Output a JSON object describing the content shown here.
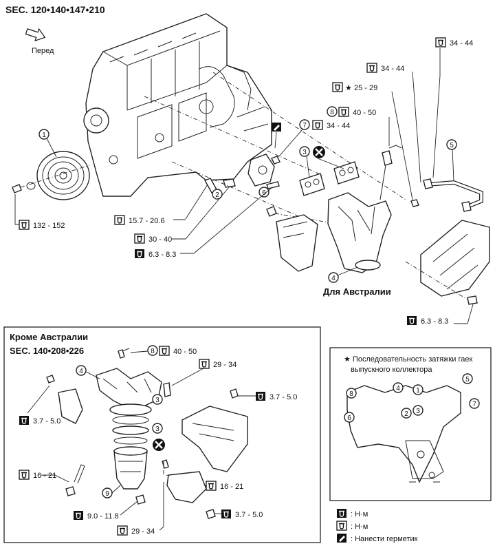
{
  "main": {
    "sec_code": "SEC. 120•140•147•210",
    "front_label": "Перед",
    "australia_label": "Для Австралии"
  },
  "torques": {
    "t1": "132 - 152",
    "t2": "15.7 - 20.6",
    "t3": "30 - 40",
    "t4": "6.3 - 8.3",
    "t5": "34 - 44",
    "t6": "34 - 44",
    "t7": "25 - 29",
    "t8": "40 - 50",
    "t9": "34 - 44",
    "t10": "6.3 - 8.3"
  },
  "callouts": {
    "c1": "1",
    "c2": "2",
    "c3": "3",
    "c4": "4",
    "c5": "5",
    "c6": "6",
    "c7": "7",
    "c8": "8"
  },
  "inset_left": {
    "title": "Кроме Австралии",
    "sec_code": "SEC. 140•208•226",
    "torques": {
      "a": "40 - 50",
      "b": "29 - 34",
      "c": "3.7 - 5.0",
      "d": "3.7 - 5.0",
      "e": "16 - 21",
      "f": "16 - 21",
      "g": "9.0 - 11.8",
      "h": "3.7 - 5.0",
      "i": "29 - 34"
    },
    "callouts": {
      "c4": "4",
      "c8": "8",
      "c3a": "3",
      "c3b": "3",
      "c9": "9"
    }
  },
  "inset_right": {
    "note_line1": "★ Последовательность затяжки гаек",
    "note_line2": "выпускного коллектора",
    "seq": [
      "8",
      "4",
      "1",
      "5",
      "2",
      "3",
      "6",
      "7"
    ]
  },
  "legend": {
    "item1": ": Н·м",
    "item2": ": Н·м",
    "item3": ": Нанести герметик"
  },
  "icons": [
    "torque-wrench-icon",
    "wrench-icon",
    "sealant-icon",
    "discard-x-icon",
    "front-arrow-icon",
    "star-icon"
  ]
}
